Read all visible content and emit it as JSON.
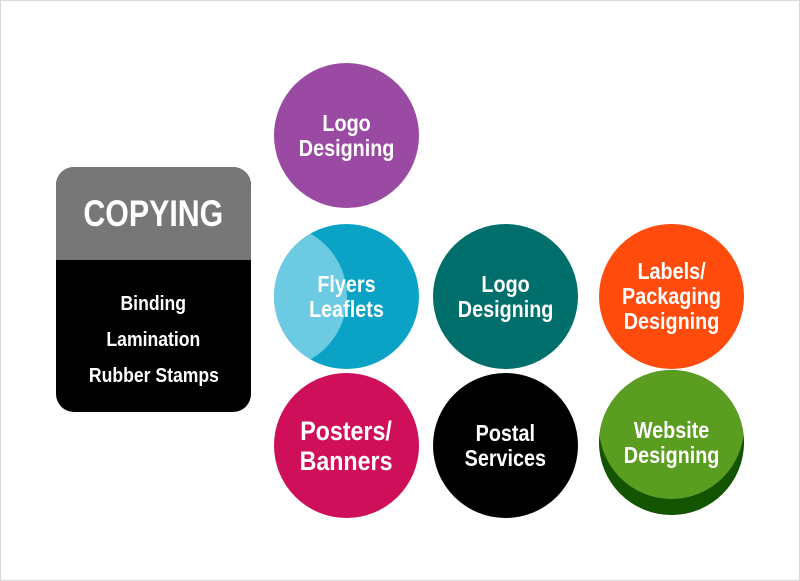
{
  "copying_card": {
    "title": "COPYING",
    "items": [
      "Binding",
      "Lamination",
      "Rubber Stamps"
    ],
    "colors": {
      "header": "#777777",
      "body": "#000000"
    }
  },
  "circles": [
    {
      "label": "Logo\nDesigning",
      "color": "#9b4aa3"
    },
    {
      "label": "Flyers\nLeaflets",
      "color": "#0aa3c6",
      "shade": "#6ccbe2"
    },
    {
      "label": "Logo\nDesigning",
      "color": "#006e6a"
    },
    {
      "label": "Labels/\nPackaging\nDesigning",
      "color": "#ff4b0c"
    },
    {
      "label": "Posters/\nBanners",
      "color": "#cf0f5a"
    },
    {
      "label": "Postal\nServices",
      "color": "#000000"
    },
    {
      "label": "Website\nDesigning",
      "color": "#5a9d20",
      "shade": "#135400"
    }
  ]
}
